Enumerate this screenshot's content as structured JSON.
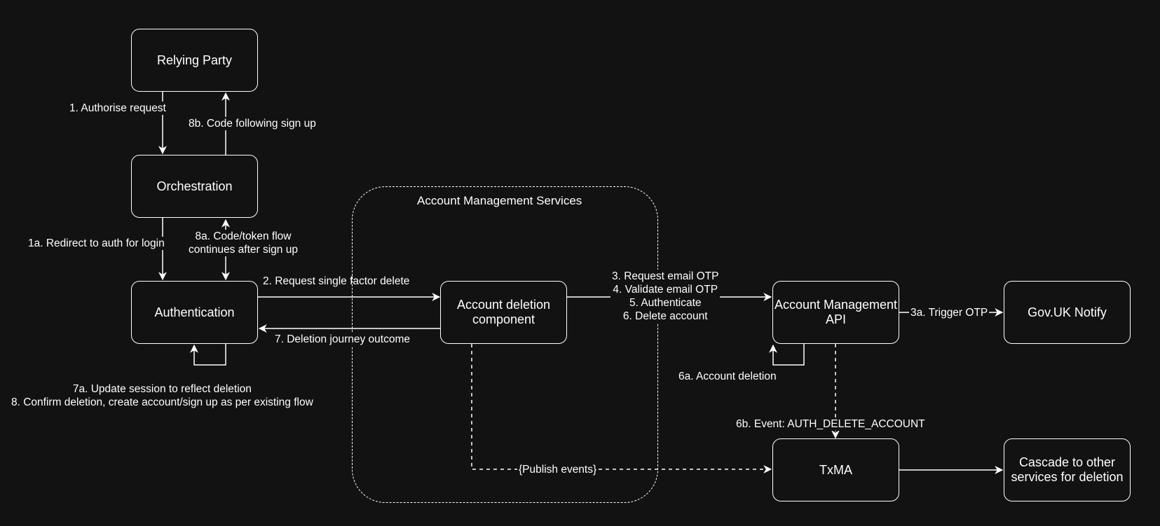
{
  "group": {
    "title": "Account Management Services"
  },
  "nodes": {
    "relying_party": "Relying Party",
    "orchestration": "Orchestration",
    "authentication": "Authentication",
    "account_deletion": [
      "Account deletion",
      "component"
    ],
    "account_management_api": [
      "Account Management",
      "API"
    ],
    "govuk_notify": "Gov.UK Notify",
    "txma": "TxMA",
    "cascade": [
      "Cascade to other",
      "services for deletion"
    ]
  },
  "edges": {
    "authorise_request": "1. Authorise request",
    "code_following_signup": "8b. Code following sign up",
    "redirect_auth": "1a. Redirect to auth for login",
    "code_token_flow": [
      "8a. Code/token flow",
      "continues after sign up"
    ],
    "request_single_factor": "2. Request single factor delete",
    "deletion_outcome": "7. Deletion journey outcome",
    "update_session": [
      "7a. Update session to reflect deletion",
      "8. Confirm deletion, create account/sign up as per existing flow"
    ],
    "otp_steps": [
      "3. Request email OTP",
      "4. Validate email OTP",
      "5. Authenticate",
      "6. Delete account"
    ],
    "trigger_otp": "3a. Trigger OTP",
    "account_deletion_self": "6a. Account deletion",
    "event_delete": "6b. Event: AUTH_DELETE_ACCOUNT",
    "publish_events": "{Publish events}"
  }
}
